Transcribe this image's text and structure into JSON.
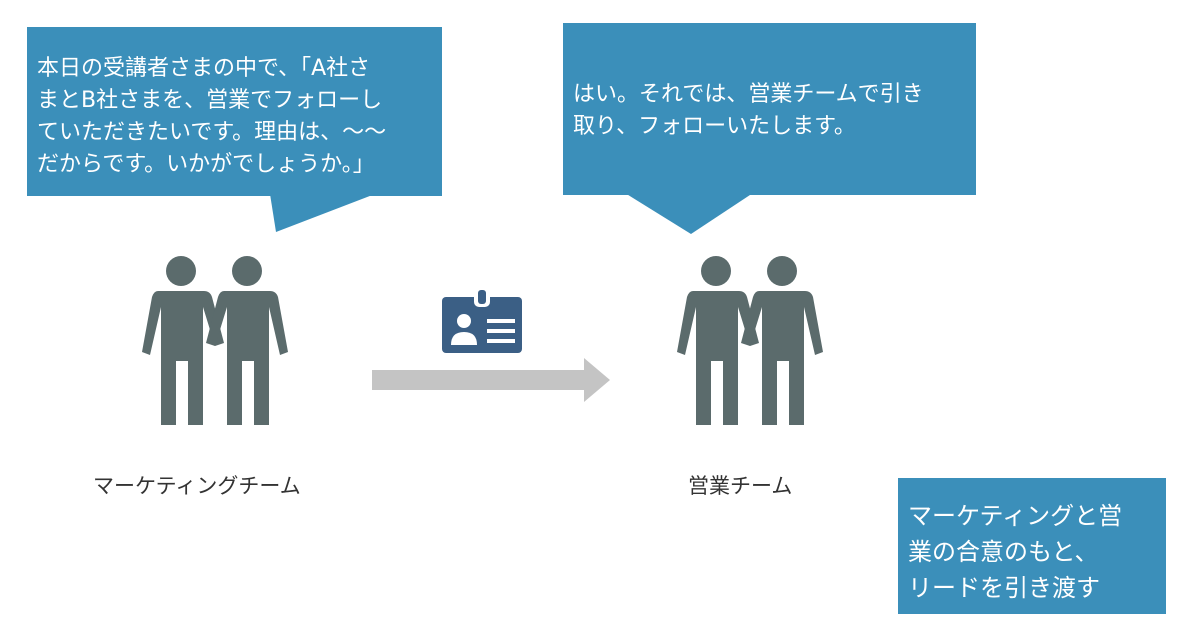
{
  "bubbles": {
    "marketing_quote": "本日の受講者さまの中で、「A社さ\nまとB社さまを、営業でフォローし\nていただきたいです。理由は、〜〜\nだからです。いかがでしょうか。」",
    "sales_reply": "はい。それでは、営業チームで引き\n取り、フォローいたします。"
  },
  "teams": {
    "marketing_label": "マーケティングチーム",
    "sales_label": "営業チーム"
  },
  "summary": "マーケティングと営\n業の合意のもと、\nリードを引き渡す",
  "colors": {
    "bubble": "#3b8fba",
    "person": "#5b6b6c",
    "arrow": "#c4c4c4",
    "id_card": "#3b5f85"
  },
  "icons": {
    "people": "two-people-holding-hands-icon",
    "card": "id-card-icon",
    "arrow": "right-arrow-icon"
  }
}
